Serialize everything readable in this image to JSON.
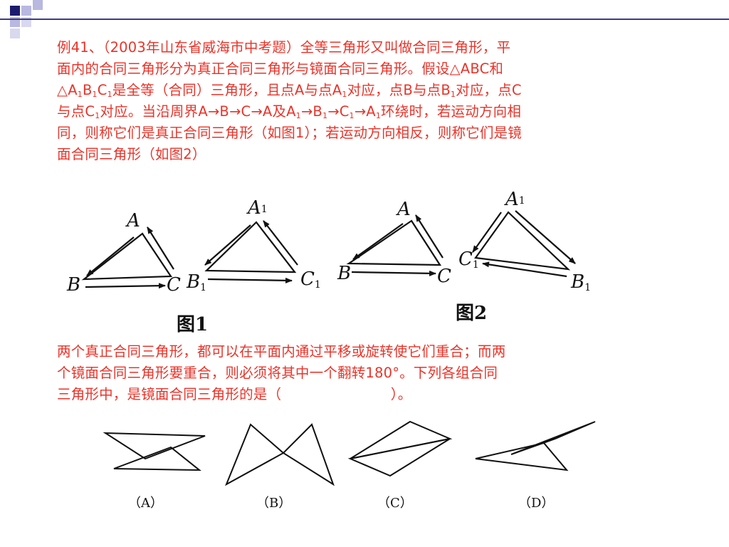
{
  "example": {
    "line1": "例41、（2003年山东省威海市中考题）全等三角形又叫做合同三角形，平",
    "line2": "面内的合同三角形分为真正合同三角形与镜面合同三角形。假设△ABC和",
    "line3_parts": [
      "△A",
      "1",
      "B",
      "1",
      "C",
      "1",
      "是全等（合同）三角形，且点A与点A",
      "1",
      "对应，点B与点B",
      "1",
      "对应，点C"
    ],
    "line4_parts": [
      "与点C",
      "1",
      "对应。当沿周界A→B→C→A及A",
      "1",
      "→B",
      "1",
      "→C",
      "1",
      "→A",
      "1",
      "环绕时，若运动方向相"
    ],
    "line5": "同，则称它们是真正合同三角形（如图1）；若运动方向相反，则称它们是镜",
    "line6": "面合同三角形（如图2）"
  },
  "figures": {
    "fig1_caption": "图1",
    "fig2_caption": "图2",
    "labels": {
      "A": "A",
      "B": "B",
      "C": "C",
      "A1": "A",
      "B1": "B",
      "C1": "C",
      "sub1": "1"
    }
  },
  "question": {
    "line1": "两个真正合同三角形，都可以在平面内通过平移或旋转使它们重合；而两",
    "line2": "个镜面合同三角形要重合，则必须将其中一个翻转180°。下列各组合同",
    "line3": "三角形中，是镜面合同三角形的是（                        ）。"
  },
  "options": {
    "A": "（A）",
    "B": "（B）",
    "C": "（C）",
    "D": "（D）"
  },
  "colors": {
    "text": "#e8342a",
    "line": "#3a3a8a",
    "accent_light": "#b8b8e0",
    "figure": "#111111"
  }
}
